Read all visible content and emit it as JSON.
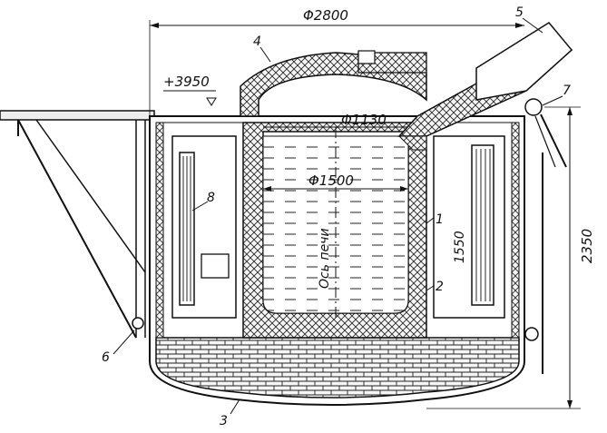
{
  "figure": {
    "dimensions": {
      "outer_diameter": "Φ2800",
      "inner_diameter": "Φ1500",
      "roof_opening": "Φ1130",
      "level_mark": "+3950",
      "total_height": "2350",
      "crucible_height": "1550",
      "axis_label": "Ось печи"
    },
    "callouts": {
      "c1": "1",
      "c2": "2",
      "c3": "3",
      "c4": "4",
      "c5": "5",
      "c6": "6",
      "c7": "7",
      "c8": "8"
    }
  }
}
